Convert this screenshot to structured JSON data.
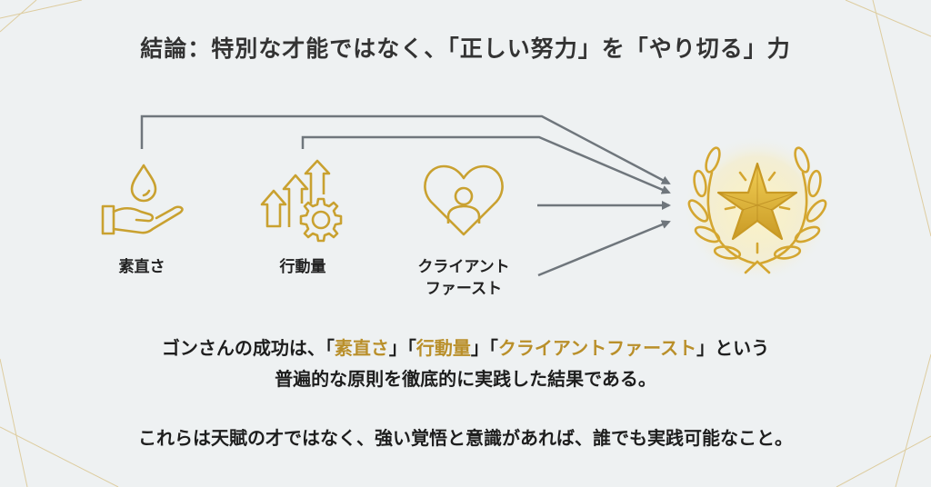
{
  "title": "結論：特別な才能ではなく、「正しい努力」を「やり切る」力",
  "pillars": [
    {
      "label": "素直さ",
      "icon": "hand-water-drop-icon"
    },
    {
      "label": "行動量",
      "icon": "arrows-gear-icon"
    },
    {
      "label_line1": "クライアント",
      "label_line2": "ファースト",
      "icon": "heart-person-icon"
    }
  ],
  "result_icon": "laurel-star-icon",
  "body": {
    "line1": [
      "ゴンさんの成功は、「",
      "素直さ",
      "」「",
      "行動量",
      "」「",
      "クライアントファースト",
      "」という"
    ],
    "line2": "普遍的な原則を徹底的に実践した結果である。",
    "line3": "これらは天賦の才ではなく、強い覚悟と意識があれば、誰でも実践可能なこと。"
  },
  "colors": {
    "gold": "#c9a130",
    "highlight": "#b98f2a",
    "arrow": "#6f767c",
    "background": "#eef1f2"
  }
}
